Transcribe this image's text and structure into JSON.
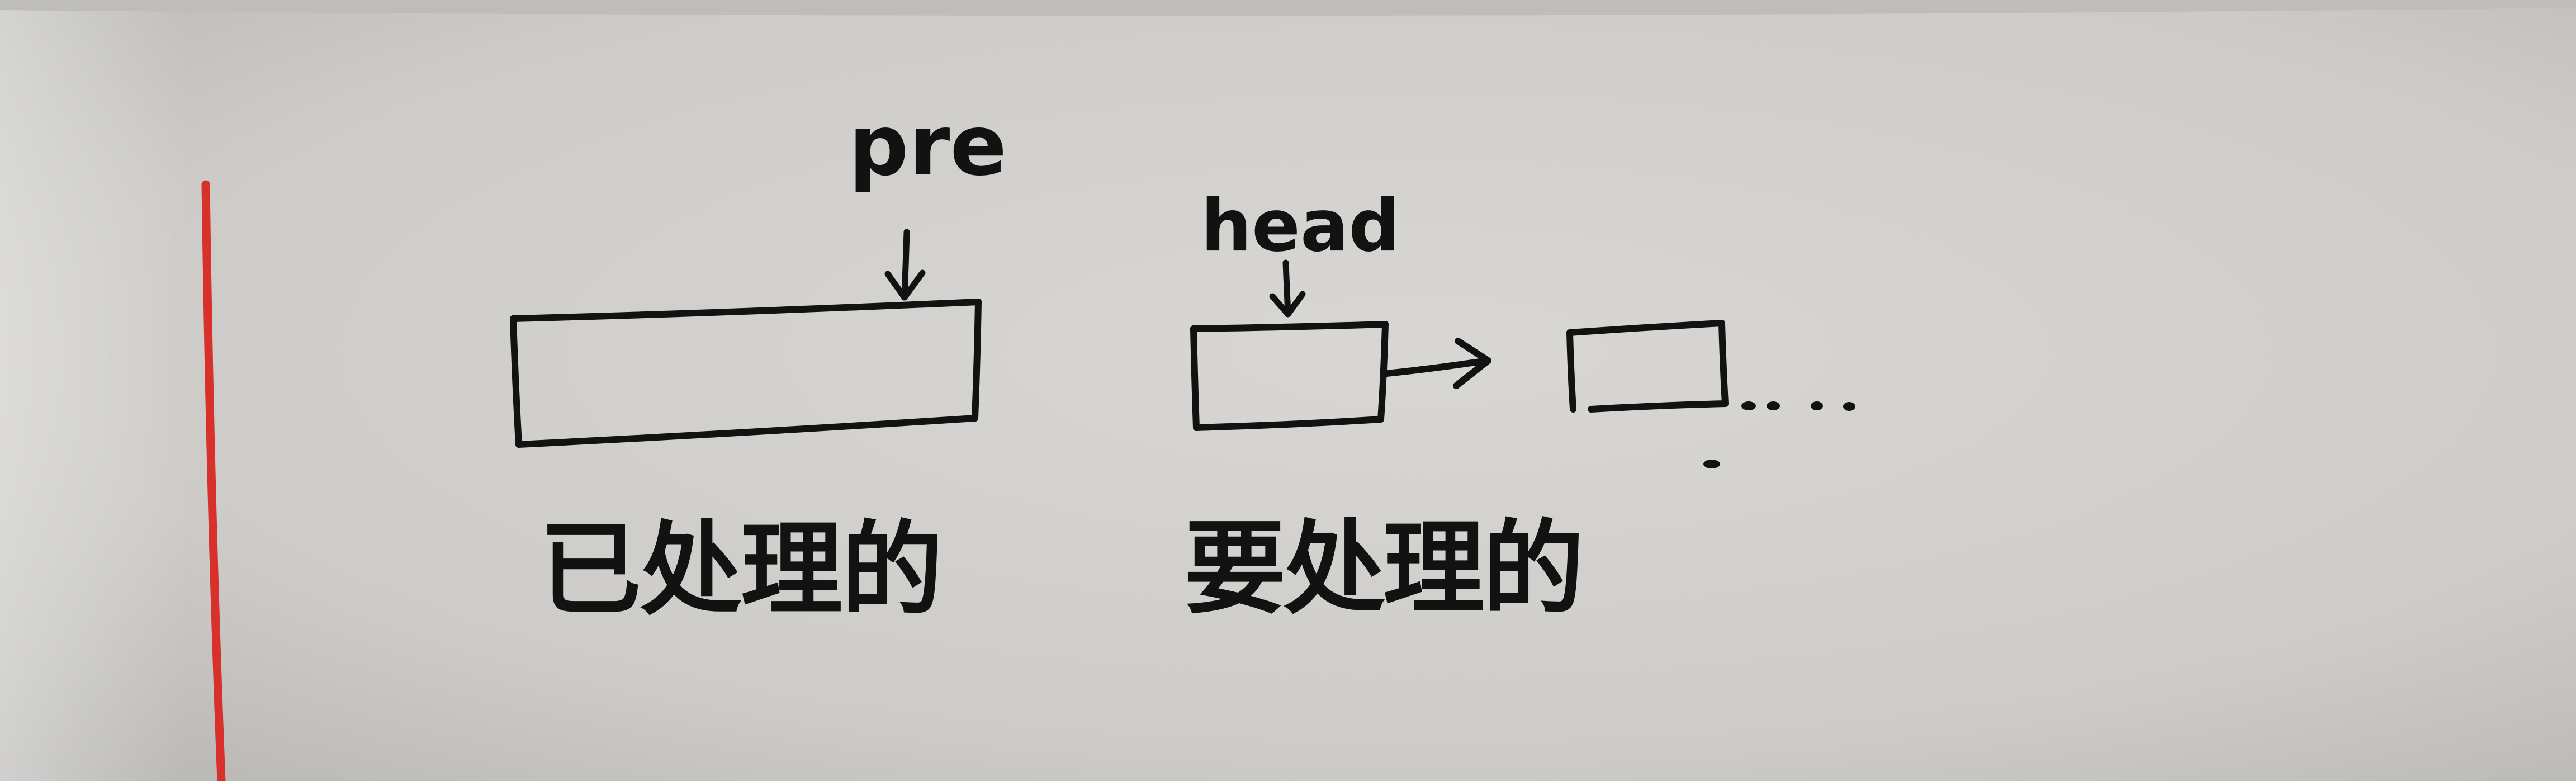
{
  "labels": {
    "pre_pointer": "pre",
    "head_pointer": "head",
    "processed_caption": "已处理的",
    "to_process_caption": "要处理的",
    "continuation": "..."
  },
  "colors": {
    "paper": "#d2d0cd",
    "ink": "#121212",
    "margin_line": "#d8302a"
  }
}
